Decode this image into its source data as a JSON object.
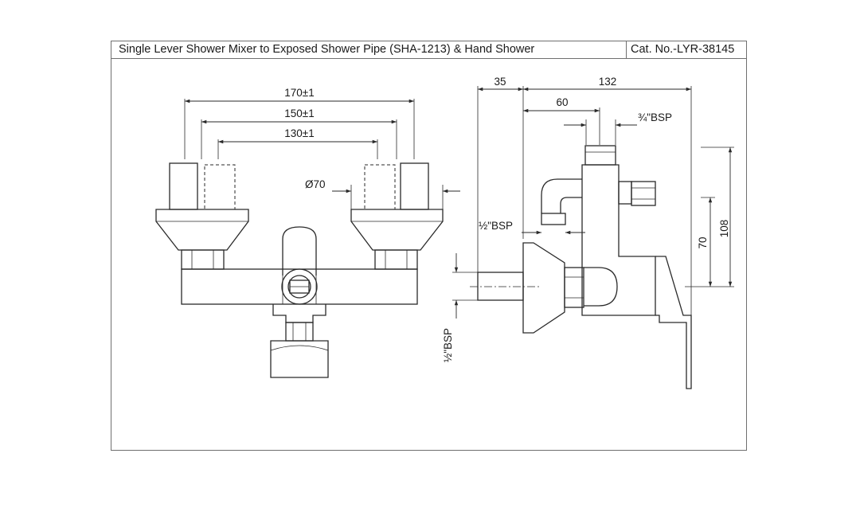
{
  "header": {
    "title": "Single Lever Shower Mixer to Exposed Shower Pipe (SHA-1213) & Hand Shower",
    "catalog": "Cat. No.-LYR-38145"
  },
  "front_view": {
    "dim_outer": "170±1",
    "dim_middle": "150±1",
    "dim_inner": "130±1",
    "dim_diameter": "Ø70"
  },
  "side_view": {
    "dim_35": "35",
    "dim_132": "132",
    "dim_60": "60",
    "dim_108": "108",
    "dim_70": "70",
    "bsp_top": "¾\"BSP",
    "bsp_left": "½\"BSP",
    "bsp_vertical": "½\"BSP"
  },
  "colors": {
    "line": "#2a2a2a",
    "frame": "#6f6f6f",
    "text": "#1a1a1a"
  }
}
